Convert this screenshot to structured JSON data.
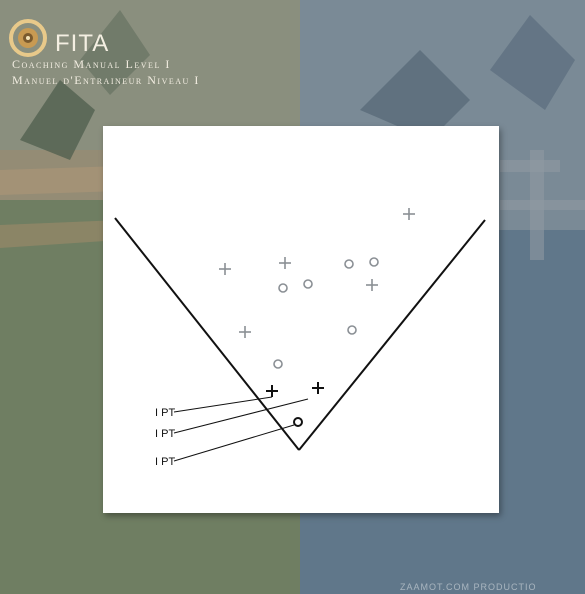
{
  "header": {
    "brand": "FITA",
    "subtitle_line1": "Coaching Manual Level I",
    "subtitle_line2": "Manuel d'Entraineur Niveau I"
  },
  "diagram": {
    "pt_labels": [
      "I PT",
      "I PT",
      "I PT"
    ]
  },
  "footer": {
    "credit": "ZAAMOT.COM PRODUCTIO"
  },
  "colors": {
    "bg_left": "#6f7e62",
    "bg_right": "#60778a",
    "mark_light": "#8a8f94",
    "mark_dark": "#111111"
  }
}
